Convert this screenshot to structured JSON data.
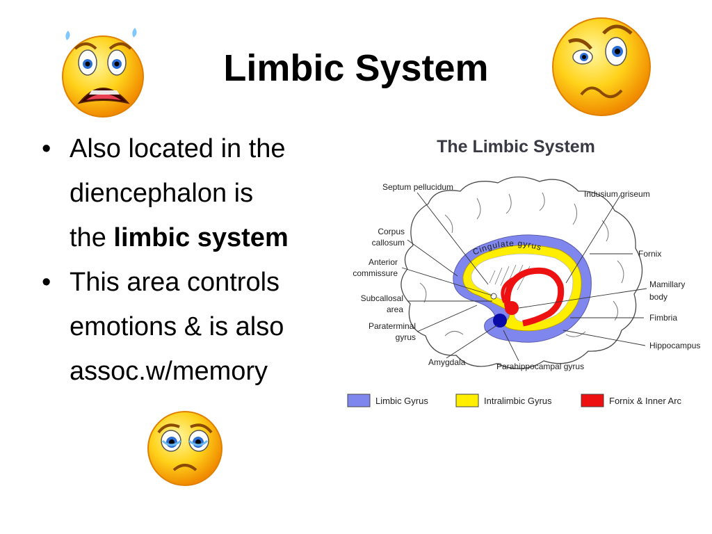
{
  "slide": {
    "title": "Limbic System",
    "bullets": [
      {
        "lines": [
          "Also located in the",
          "diencephalon is"
        ],
        "last_prefix": "the ",
        "last_bold": "limbic system"
      },
      {
        "lines": [
          "This area controls",
          "emotions & is also",
          "assoc.w/memory"
        ]
      }
    ],
    "bullet_glyph": "•"
  },
  "emojis": {
    "scared": "scared-face-icon",
    "confused": "skeptical-face-icon",
    "sad": "sad-face-icon"
  },
  "diagram": {
    "heading": "The Limbic System",
    "gyrus_text": "Cingulate gyrus",
    "labels": {
      "septum": "Septum pellucidum",
      "indusium": "Indusium griseum",
      "corpus_1": "Corpus",
      "corpus_2": "callosum",
      "fornix": "Fornix",
      "anterior_1": "Anterior",
      "anterior_2": "commissure",
      "mamillary_1": "Mamillary",
      "mamillary_2": "body",
      "subcallosal_1": "Subcallosal",
      "subcallosal_2": "area",
      "fimbria": "Fimbria",
      "paraterminal_1": "Paraterminal",
      "paraterminal_2": "gyrus",
      "hippocampus": "Hippocampus",
      "amygdala": "Amygdala",
      "parahippocampal": "Parahippocampal gyrus"
    },
    "legend": [
      {
        "label": "Limbic Gyrus",
        "color": "#7f86ee"
      },
      {
        "label": "Intralimbic Gyrus",
        "color": "#ffee00"
      },
      {
        "label": "Fornix & Inner Arc",
        "color": "#ee1111"
      }
    ],
    "colors": {
      "limbic": "#7f86ee",
      "intralimbic": "#ffee00",
      "fornix": "#ee1111",
      "amygdala": "#0a0aa8",
      "heading": "#3a3a44"
    }
  }
}
